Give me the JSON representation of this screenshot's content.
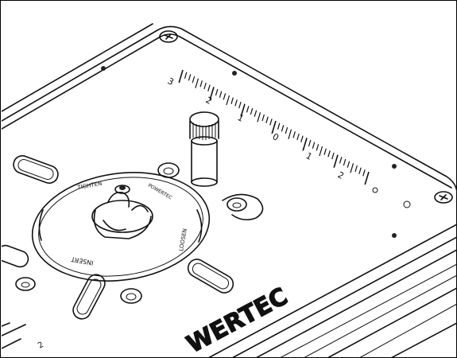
{
  "scale": {
    "ticks_labels": [
      "3",
      "2",
      "1",
      "0",
      "1",
      "2"
    ]
  },
  "insert": {
    "tighten_label": "TIGHTEN",
    "loosen_label": "LOOSEN",
    "insert_label": "INSERT",
    "brand_small": "POWERTEC"
  },
  "brand": {
    "text": "WERTEC",
    "corner_digit": "2"
  },
  "colors": {
    "line": "#111111",
    "background": "#ffffff",
    "dark_fill": "#222222"
  }
}
